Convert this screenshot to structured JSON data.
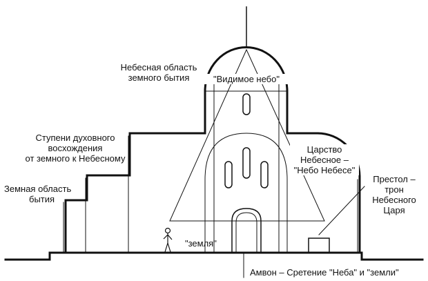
{
  "labels": {
    "heavenly_region": [
      "Небесная область",
      "земного бытия"
    ],
    "visible_sky": "\"Видимое небо\"",
    "steps": [
      "Ступени духовного",
      "восхождения",
      "от земного к Небесному"
    ],
    "earthly_region": [
      "Земная область",
      "бытия"
    ],
    "kingdom": [
      "Царство",
      "Небесное –",
      "\"Небо Небесе\""
    ],
    "throne": [
      "Престол –",
      "трон",
      "Небесного",
      "Царя"
    ],
    "earth": "\"земля\"",
    "ambo": "Амвон – Сретение \"Неба\" и \"земли\""
  }
}
